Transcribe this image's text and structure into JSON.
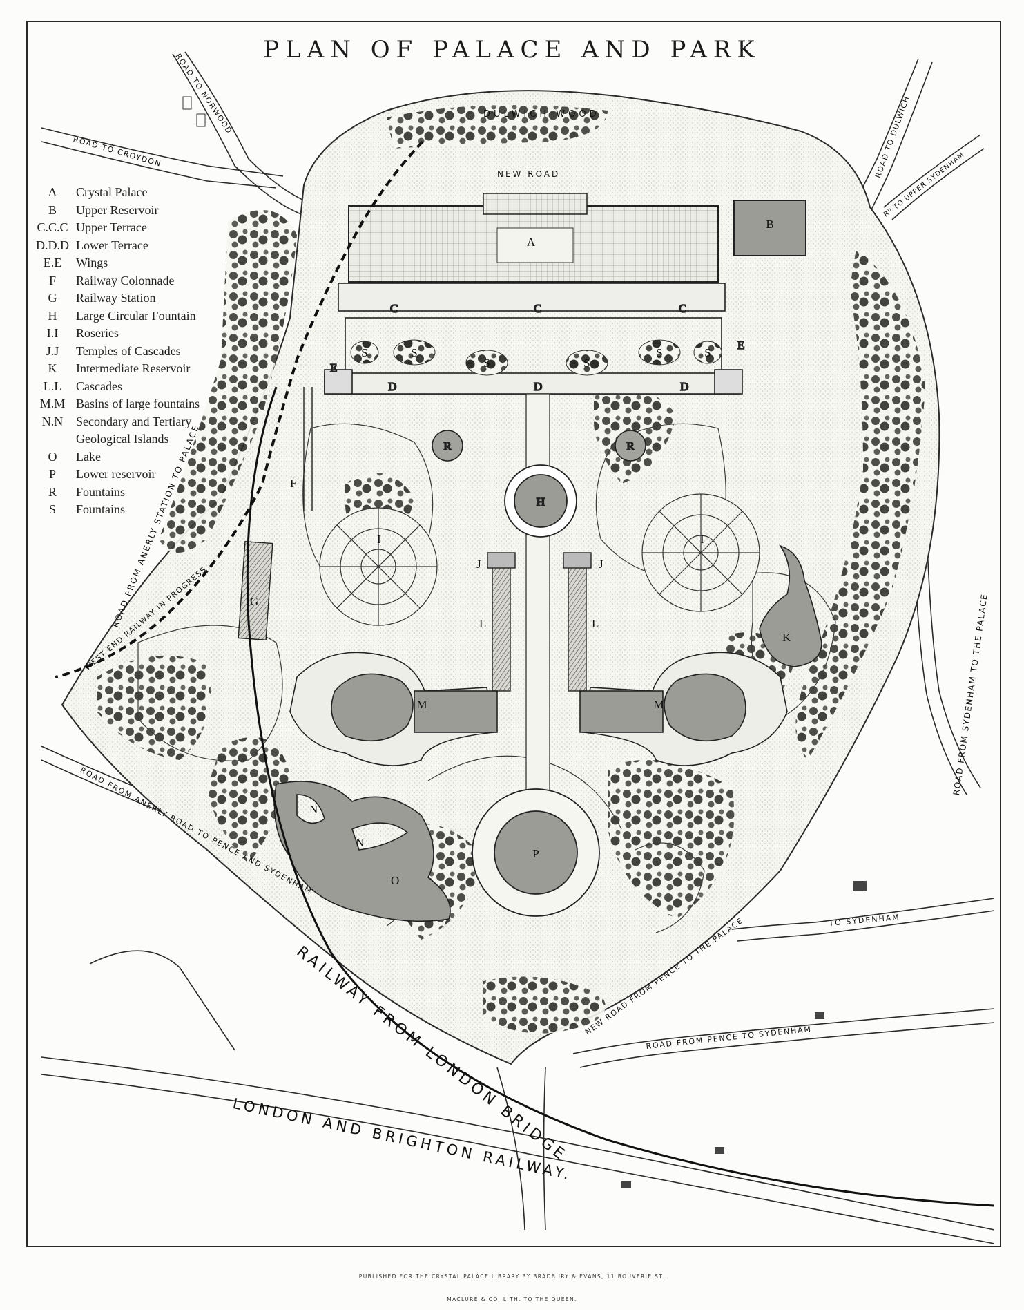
{
  "title": "PLAN OF PALACE AND PARK",
  "legend": [
    {
      "key": "A",
      "label": "Crystal Palace"
    },
    {
      "key": "B",
      "label": "Upper Reservoir"
    },
    {
      "key": "C.C.C",
      "label": "Upper Terrace"
    },
    {
      "key": "D.D.D",
      "label": "Lower Terrace"
    },
    {
      "key": "E.E",
      "label": "Wings"
    },
    {
      "key": "F",
      "label": "Railway Colonnade"
    },
    {
      "key": "G",
      "label": "Railway Station"
    },
    {
      "key": "H",
      "label": "Large Circular Fountain"
    },
    {
      "key": "I.I",
      "label": "Roseries"
    },
    {
      "key": "J.J",
      "label": "Temples of Cascades"
    },
    {
      "key": "K",
      "label": "Intermediate Reservoir"
    },
    {
      "key": "L.L",
      "label": "Cascades"
    },
    {
      "key": "M.M",
      "label": "Basins of large fountains"
    },
    {
      "key": "N.N",
      "label": "Secondary and Tertiary"
    },
    {
      "key": "",
      "label": "Geological Islands"
    },
    {
      "key": "O",
      "label": "Lake"
    },
    {
      "key": "P",
      "label": "Lower reservoir"
    },
    {
      "key": "R",
      "label": "Fountains"
    },
    {
      "key": "S",
      "label": "Fountains"
    }
  ],
  "map_labels": {
    "dulwich_wood": "DULWICH WOOD",
    "new_road": "NEW ROAD",
    "road_to_norwood": "ROAD TO NORWOOD",
    "road_to_croydon": "ROAD TO CROYDON",
    "road_to_dulwich": "ROAD TO DULWICH",
    "road_to_upper_sydenham": "Rᴰ TO UPPER SYDENHAM",
    "road_anerly_station": "ROAD FROM ANERLY STATION TO PALACE",
    "west_end_railway": "WEST END RAILWAY IN PROGRESS",
    "road_sydenham_palace": "ROAD FROM SYDENHAM TO THE PALACE",
    "road_anerly_pence": "ROAD FROM ANERLY ROAD TO PENCE AND SYDENHAM",
    "railway_london_bridge": "RAILWAY FROM LONDON BRIDGE",
    "london_brighton": "LONDON AND BRIGHTON RAILWAY.",
    "to_sydenham": "TO SYDENHAM",
    "new_road_pence": "NEW ROAD FROM PENCE TO THE PALACE",
    "road_pence_sydenham": "ROAD FROM PENCE TO SYDENHAM"
  },
  "plan_letters": {
    "A": "A",
    "B": "B",
    "C": "C",
    "D": "D",
    "E": "E",
    "F": "F",
    "G": "G",
    "H": "H",
    "I": "I",
    "J": "J",
    "K": "K",
    "L": "L",
    "M": "M",
    "N": "N",
    "O": "O",
    "P": "P",
    "R": "R",
    "S": "S"
  },
  "footer": {
    "publisher": "PUBLISHED FOR THE CRYSTAL PALACE LIBRARY BY BRADBURY & EVANS, 11 BOUVERIE ST.",
    "printer": "MACLURE & CO. LITH. TO THE QUEEN."
  }
}
